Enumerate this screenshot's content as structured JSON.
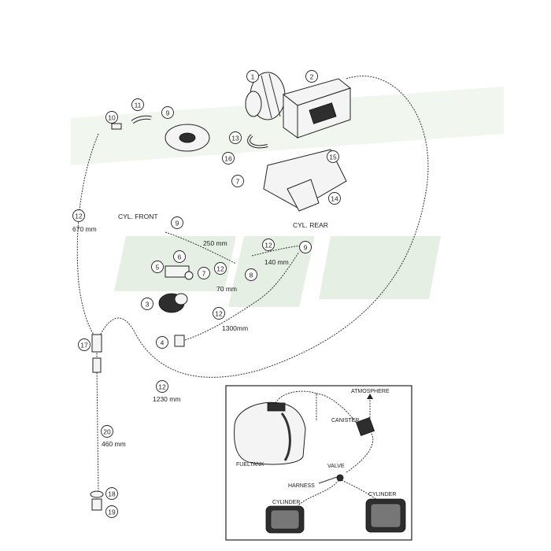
{
  "watermark": {
    "color": "#e6efe3"
  },
  "callouts": [
    {
      "id": "c1",
      "num": "1"
    },
    {
      "id": "c2",
      "num": "2"
    },
    {
      "id": "c3",
      "num": "3"
    },
    {
      "id": "c4",
      "num": "4"
    },
    {
      "id": "c5",
      "num": "5"
    },
    {
      "id": "c6",
      "num": "6"
    },
    {
      "id": "c7a",
      "num": "7"
    },
    {
      "id": "c7b",
      "num": "7"
    },
    {
      "id": "c8",
      "num": "8"
    },
    {
      "id": "c9a",
      "num": "9"
    },
    {
      "id": "c9b",
      "num": "9"
    },
    {
      "id": "c9c",
      "num": "9"
    },
    {
      "id": "c10",
      "num": "10"
    },
    {
      "id": "c11",
      "num": "11"
    },
    {
      "id": "c12a",
      "num": "12"
    },
    {
      "id": "c12b",
      "num": "12"
    },
    {
      "id": "c12c",
      "num": "12"
    },
    {
      "id": "c12d",
      "num": "12"
    },
    {
      "id": "c12e",
      "num": "12"
    },
    {
      "id": "c13",
      "num": "13"
    },
    {
      "id": "c14",
      "num": "14"
    },
    {
      "id": "c15",
      "num": "15"
    },
    {
      "id": "c16",
      "num": "16"
    },
    {
      "id": "c17",
      "num": "17"
    },
    {
      "id": "c18",
      "num": "18"
    },
    {
      "id": "c19",
      "num": "19"
    },
    {
      "id": "c20",
      "num": "20"
    }
  ],
  "labels": {
    "cyl_front": "CYL. FRONT",
    "cyl_rear": "CYL. REAR",
    "len_670": "670 mm",
    "len_250": "250 mm",
    "len_140": "140 mm",
    "len_70": "70 mm",
    "len_1300": "1300mm",
    "len_1230": "1230 mm",
    "len_460": "460 mm"
  },
  "inset": {
    "atmosphere": "ATMOSPHERE",
    "canister": "CANISTER",
    "fueltank": "FUELTANK",
    "valve": "VALVE",
    "harness": "HARNESS",
    "cylinder_left": "CYLINDER",
    "cylinder_right": "CYLINDER"
  }
}
